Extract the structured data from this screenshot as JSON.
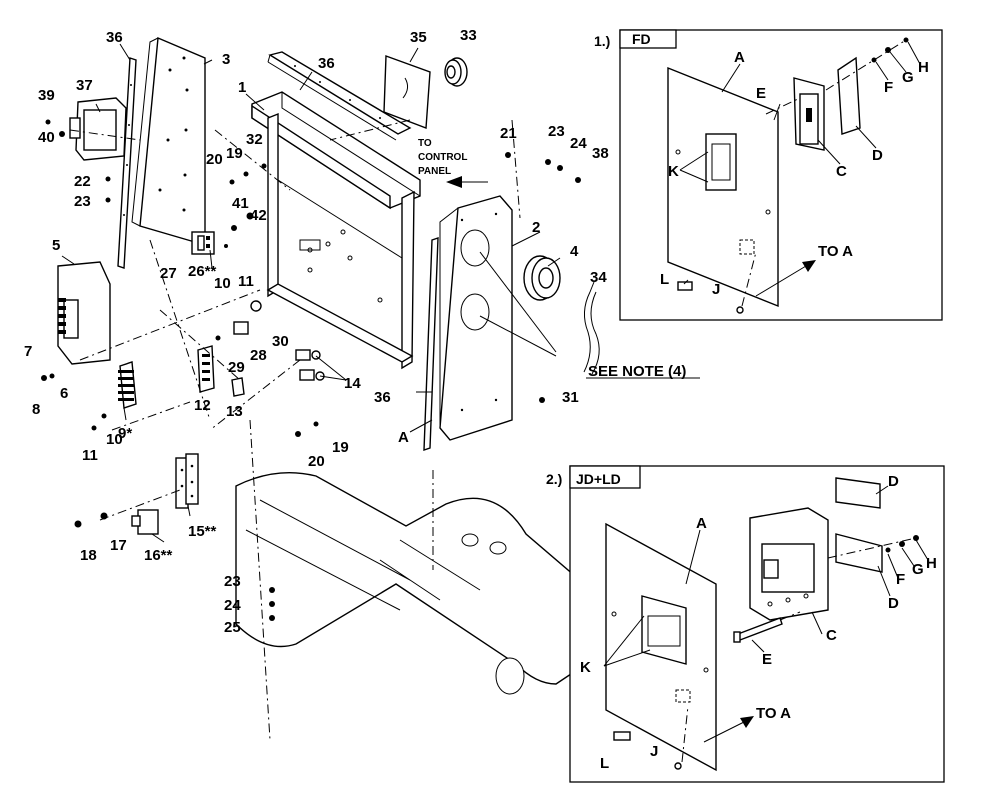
{
  "callouts": {
    "c1": "1",
    "c2": "2",
    "c3": "3",
    "c4": "4",
    "c5": "5",
    "c6": "6",
    "c7": "7",
    "c8": "8",
    "c9": "9*",
    "c10a": "10",
    "c10b": "10",
    "c11a": "11",
    "c11b": "11",
    "c12": "12",
    "c13": "13",
    "c14": "14",
    "c15": "15**",
    "c16": "16**",
    "c17": "17",
    "c18": "18",
    "c19a": "19",
    "c19b": "19",
    "c20a": "20",
    "c20b": "20",
    "c21": "21",
    "c22": "22",
    "c23a": "23",
    "c23b": "23",
    "c23c": "23",
    "c24a": "24",
    "c24b": "24",
    "c25": "25",
    "c26": "26**",
    "c27": "27",
    "c28": "28",
    "c29": "29",
    "c30": "30",
    "c31": "31",
    "c32": "32",
    "c33": "33",
    "c34": "34",
    "c35": "35",
    "c36a": "36",
    "c36b": "36",
    "c36c": "36",
    "c37": "37",
    "c38": "38",
    "c39": "39",
    "c40": "40",
    "c41": "41",
    "c42": "42",
    "cA": "A"
  },
  "notes": {
    "to_control_1": "TO",
    "to_control_2": "CONTROL",
    "to_control_3": "PANEL",
    "see_note": "SEE NOTE (4)"
  },
  "inset_fd": {
    "number": "1.)",
    "title": "FD",
    "labels": {
      "A": "A",
      "C": "C",
      "D": "D",
      "E": "E",
      "F": "F",
      "G": "G",
      "H": "H",
      "J": "J",
      "K": "K",
      "L": "L"
    },
    "to_a": "TO A"
  },
  "inset_jdld": {
    "number": "2.)",
    "title": "JD+LD",
    "labels": {
      "A": "A",
      "C": "C",
      "D1": "D",
      "D2": "D",
      "E": "E",
      "F": "F",
      "G": "G",
      "H": "H",
      "J": "J",
      "K": "K",
      "L": "L"
    },
    "to_a": "TO A"
  }
}
